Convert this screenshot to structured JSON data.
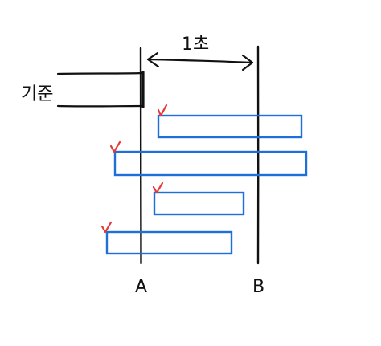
{
  "labels": {
    "left_label": "기준",
    "top_label": "1초",
    "line_a": "A",
    "line_b": "B"
  },
  "marks": {
    "check_glyph": "v",
    "check_color": "#e53935"
  },
  "colors": {
    "ink": "#111111",
    "bar": "#1e6fd9",
    "background": "#ffffff"
  }
}
